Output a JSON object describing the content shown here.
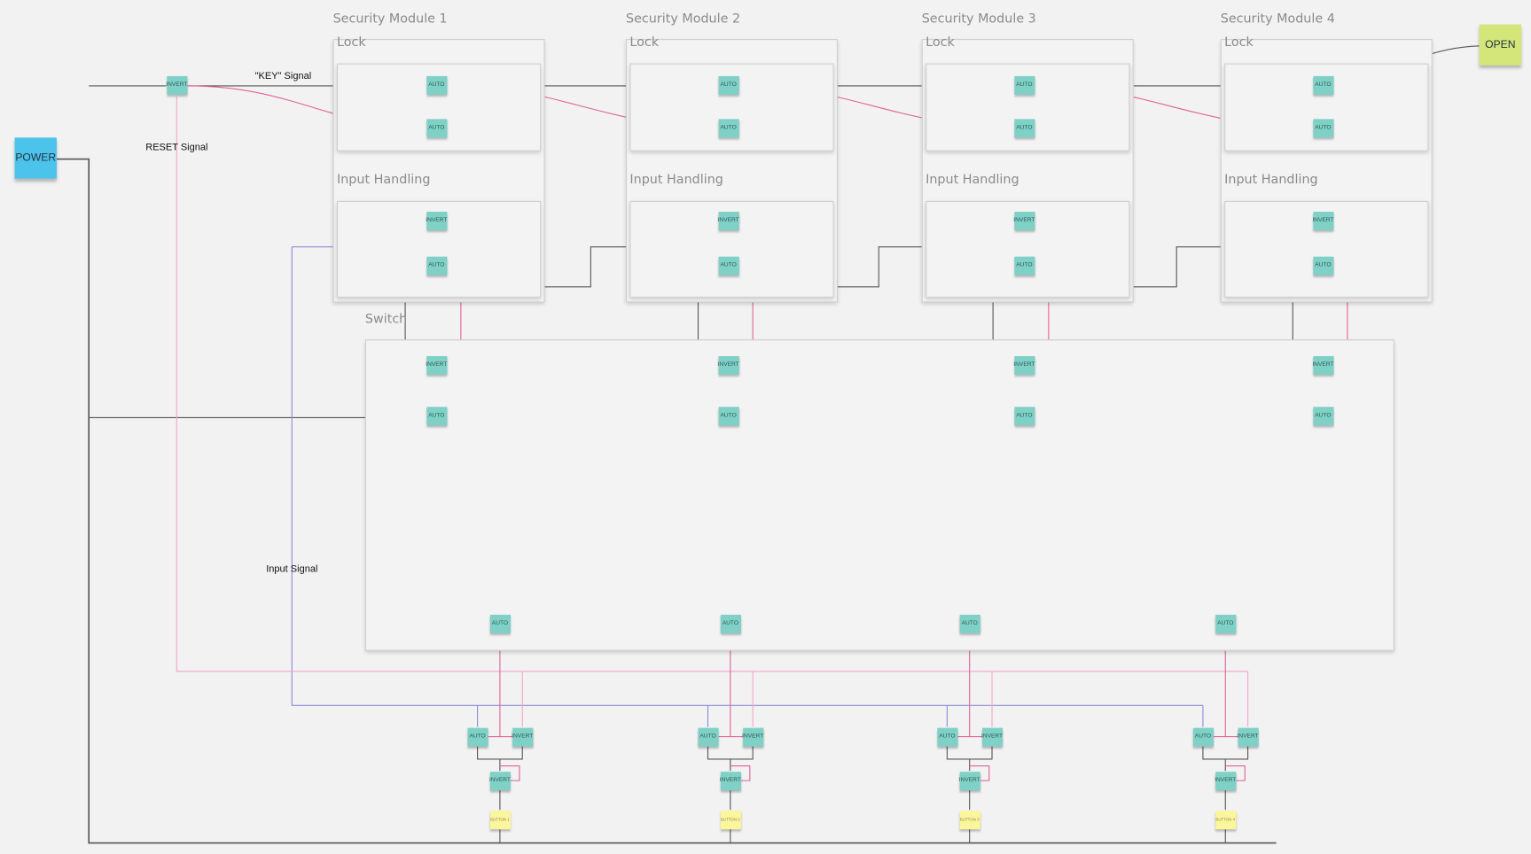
{
  "stickies": {
    "power": "POWER",
    "open": "OPEN",
    "power_color": "#4cc3ea",
    "open_color": "#d4e67a"
  },
  "labels": {
    "key_signal": "\"KEY\" Signal",
    "reset_signal": "RESET Signal",
    "input_signal": "Input Signal"
  },
  "modules": [
    {
      "title": "Security Module 1",
      "lock": "Lock",
      "input": "Input Handling"
    },
    {
      "title": "Security Module 2",
      "lock": "Lock",
      "input": "Input Handling"
    },
    {
      "title": "Security Module 3",
      "lock": "Lock",
      "input": "Input Handling"
    },
    {
      "title": "Security Module 4",
      "lock": "Lock",
      "input": "Input Handling"
    }
  ],
  "switch_title": "Switch",
  "gate_types": {
    "auto": "AUTO",
    "invert": "INVERT"
  },
  "key_gate": "INVERT",
  "module_gates": [
    "AUTO",
    "AUTO",
    "INVERT",
    "AUTO"
  ],
  "switch_gates": [
    "INVERT",
    "AUTO"
  ],
  "switch_outputs": [
    "AUTO",
    "AUTO",
    "AUTO",
    "AUTO"
  ],
  "button_groups": [
    {
      "a": "AUTO",
      "b": "INVERT",
      "c": "INVERT",
      "button": "BUTTON 1"
    },
    {
      "a": "AUTO",
      "b": "INVERT",
      "c": "INVERT",
      "button": "BUTTON 2"
    },
    {
      "a": "AUTO",
      "b": "INVERT",
      "c": "INVERT",
      "button": "BUTTON 3"
    },
    {
      "a": "AUTO",
      "b": "INVERT",
      "c": "INVERT",
      "button": "BUTTON 4"
    }
  ],
  "colors": {
    "gate": "#7fd0c6",
    "button": "#fbf59b",
    "wire": "#555555",
    "key_wire": "#e0609a",
    "reset_wire": "#f0a8c8",
    "input_wire": "#8a8ad8"
  }
}
